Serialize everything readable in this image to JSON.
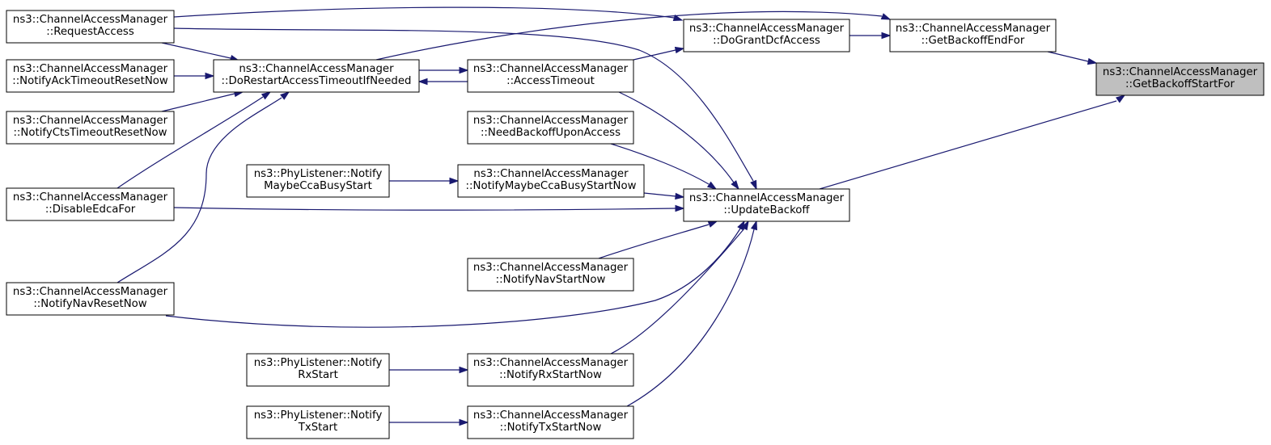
{
  "diagram": {
    "type": "doxygen caller graph",
    "colors": {
      "edge": "#191970",
      "node_border": "#000000",
      "node_fill": "#ffffff",
      "highlight_fill": "#bfbfbf"
    },
    "nodes": [
      {
        "id": "getbackoffstartfor",
        "lines": [
          "ns3::ChannelAccessManager",
          "::GetBackoffStartFor"
        ],
        "highlight": true
      },
      {
        "id": "getbackoffendfor",
        "lines": [
          "ns3::ChannelAccessManager",
          "::GetBackoffEndFor"
        ]
      },
      {
        "id": "dograntdcfaccess",
        "lines": [
          "ns3::ChannelAccessManager",
          "::DoGrantDcfAccess"
        ]
      },
      {
        "id": "updatebackoff",
        "lines": [
          "ns3::ChannelAccessManager",
          "::UpdateBackoff"
        ]
      },
      {
        "id": "requestaccess",
        "lines": [
          "ns3::ChannelAccessManager",
          "::RequestAccess"
        ]
      },
      {
        "id": "dorestartaccess",
        "lines": [
          "ns3::ChannelAccessManager",
          "::DoRestartAccessTimeoutIfNeeded"
        ]
      },
      {
        "id": "accesstimeout",
        "lines": [
          "ns3::ChannelAccessManager",
          "::AccessTimeout"
        ]
      },
      {
        "id": "notifyacktimeout",
        "lines": [
          "ns3::ChannelAccessManager",
          "::NotifyAckTimeoutResetNow"
        ]
      },
      {
        "id": "notifyctstimeout",
        "lines": [
          "ns3::ChannelAccessManager",
          "::NotifyCtsTimeoutResetNow"
        ]
      },
      {
        "id": "disableedcafor",
        "lines": [
          "ns3::ChannelAccessManager",
          "::DisableEdcaFor"
        ]
      },
      {
        "id": "notifynavresetnow",
        "lines": [
          "ns3::ChannelAccessManager",
          "::NotifyNavResetNow"
        ]
      },
      {
        "id": "needbackoff",
        "lines": [
          "ns3::ChannelAccessManager",
          "::NeedBackoffUponAccess"
        ]
      },
      {
        "id": "phymaybecca",
        "lines": [
          "ns3::PhyListener::Notify",
          "MaybeCcaBusyStart"
        ]
      },
      {
        "id": "notifymaybecca",
        "lines": [
          "ns3::ChannelAccessManager",
          "::NotifyMaybeCcaBusyStartNow"
        ]
      },
      {
        "id": "notifynavstartnow",
        "lines": [
          "ns3::ChannelAccessManager",
          "::NotifyNavStartNow"
        ]
      },
      {
        "id": "phyrxstart",
        "lines": [
          "ns3::PhyListener::Notify",
          "RxStart"
        ]
      },
      {
        "id": "notifyrxstartnow",
        "lines": [
          "ns3::ChannelAccessManager",
          "::NotifyRxStartNow"
        ]
      },
      {
        "id": "phytxstart",
        "lines": [
          "ns3::PhyListener::Notify",
          "TxStart"
        ]
      },
      {
        "id": "notifytxstartnow",
        "lines": [
          "ns3::ChannelAccessManager",
          "::NotifyTxStartNow"
        ]
      }
    ],
    "edges": [
      {
        "from": "getbackoffendfor",
        "to": "getbackoffstartfor"
      },
      {
        "from": "updatebackoff",
        "to": "getbackoffstartfor"
      },
      {
        "from": "dograntdcfaccess",
        "to": "getbackoffendfor"
      },
      {
        "from": "dorestartaccess",
        "to": "getbackoffendfor"
      },
      {
        "from": "requestaccess",
        "to": "dograntdcfaccess"
      },
      {
        "from": "accesstimeout",
        "to": "dograntdcfaccess"
      },
      {
        "from": "requestaccess",
        "to": "updatebackoff"
      },
      {
        "from": "accesstimeout",
        "to": "updatebackoff"
      },
      {
        "from": "needbackoff",
        "to": "updatebackoff"
      },
      {
        "from": "notifymaybecca",
        "to": "updatebackoff"
      },
      {
        "from": "disableedcafor",
        "to": "updatebackoff"
      },
      {
        "from": "notifynavstartnow",
        "to": "updatebackoff"
      },
      {
        "from": "notifynavresetnow",
        "to": "updatebackoff"
      },
      {
        "from": "notifyrxstartnow",
        "to": "updatebackoff"
      },
      {
        "from": "notifytxstartnow",
        "to": "updatebackoff"
      },
      {
        "from": "requestaccess",
        "to": "dorestartaccess"
      },
      {
        "from": "notifyacktimeout",
        "to": "dorestartaccess"
      },
      {
        "from": "notifyctstimeout",
        "to": "dorestartaccess"
      },
      {
        "from": "disableedcafor",
        "to": "dorestartaccess"
      },
      {
        "from": "notifynavresetnow",
        "to": "dorestartaccess"
      },
      {
        "from": "accesstimeout",
        "to": "dorestartaccess"
      },
      {
        "from": "dorestartaccess",
        "to": "accesstimeout"
      },
      {
        "from": "phymaybecca",
        "to": "notifymaybecca"
      },
      {
        "from": "phyrxstart",
        "to": "notifyrxstartnow"
      },
      {
        "from": "phytxstart",
        "to": "notifytxstartnow"
      }
    ]
  }
}
